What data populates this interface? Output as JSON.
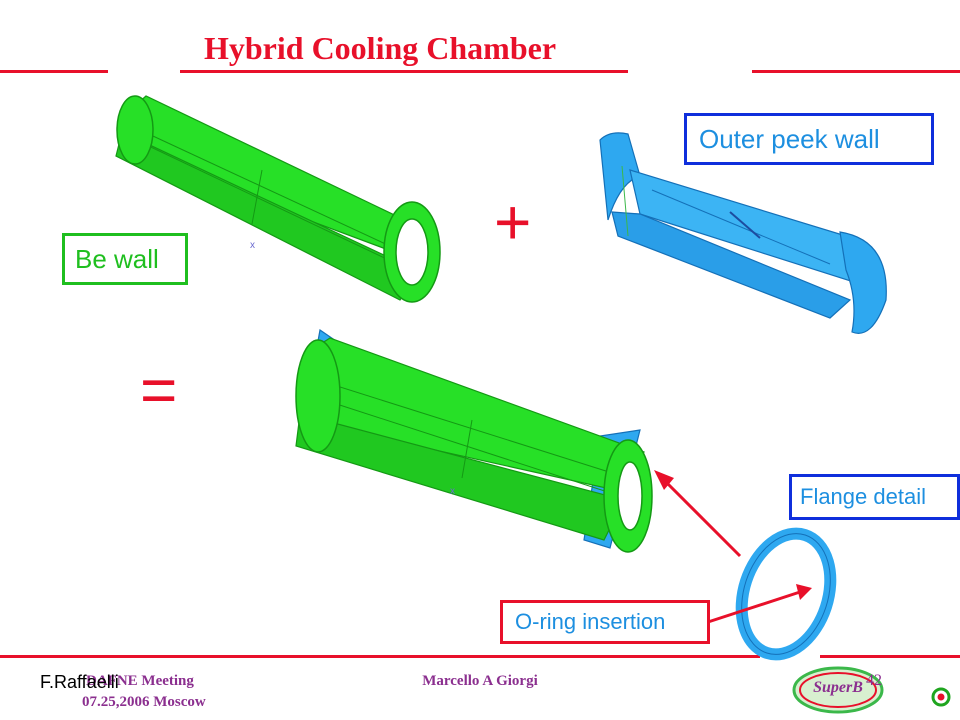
{
  "slide": {
    "title": "Hybrid Cooling Chamber",
    "labels": {
      "be_wall": "Be wall",
      "outer_wall": "Outer peek wall",
      "flange_detail": "Flange detail",
      "oring_insertion": "O-ring insertion"
    },
    "operators": {
      "plus": "+",
      "equals": "="
    },
    "footer": {
      "presenter": "F.Raffaelli",
      "meeting": "DAFNE Meeting",
      "date": "07.25,2006 Moscow",
      "author": "Marcello A Giorgi",
      "page": "42",
      "logo_text": "SuperB"
    },
    "colors": {
      "accent_red": "#e8102a",
      "be_green": "#27e027",
      "peek_blue": "#2ea8f0",
      "label_blue": "#0f2fdc",
      "footer_purple": "#8b2f8f"
    }
  }
}
